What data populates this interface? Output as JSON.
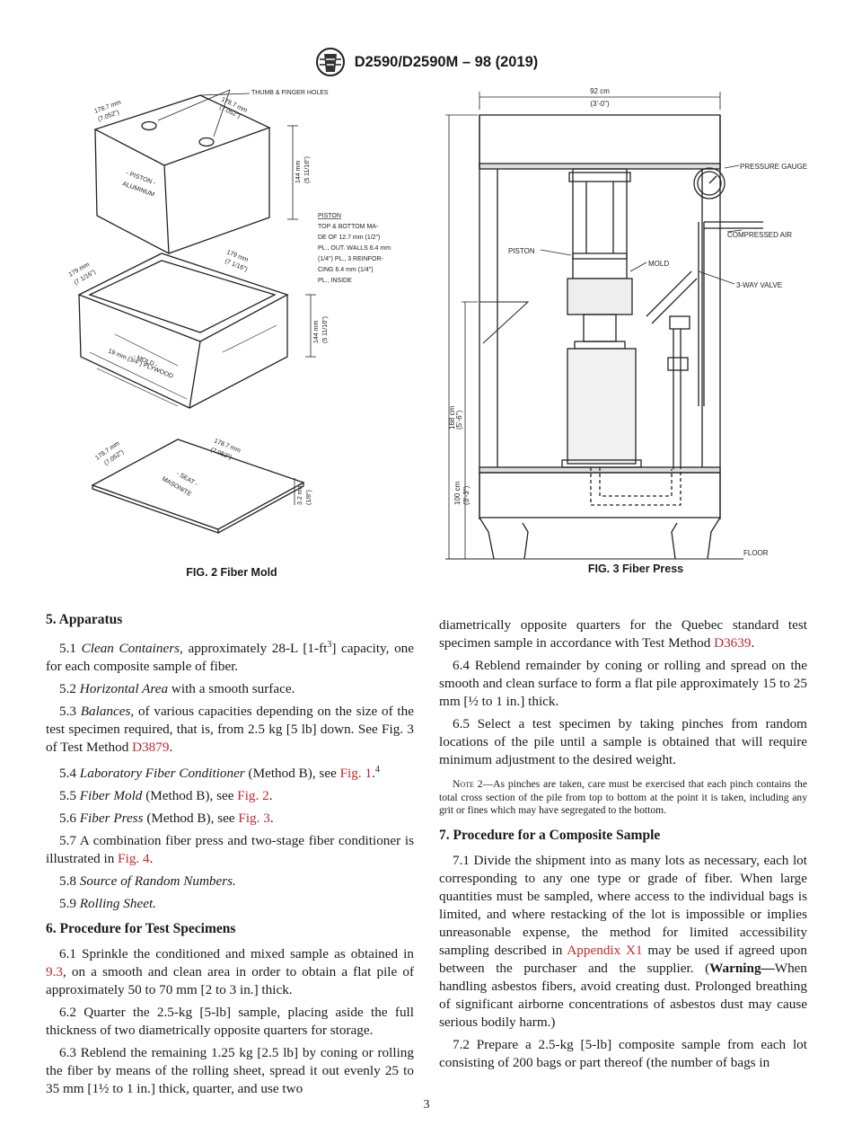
{
  "header": {
    "designation": "D2590/D2590M – 98 (2019)",
    "logo_icon": "astm-logo-icon"
  },
  "fig2": {
    "caption": "FIG. 2 Fiber Mold",
    "labels": {
      "thumb_holes": "THUMB & FINGER HOLES",
      "piston_dim_a": "178.7 mm",
      "piston_dim_a_in": "(7.052\")",
      "piston_dim_b": "178.7 mm",
      "piston_dim_b_in": "(7.052\")",
      "piston_name_1": "- PISTON -",
      "piston_name_2": "ALUMINUM",
      "piston_height": "144 mm",
      "piston_height_in": "(5 11/16\")",
      "spec_title": "PISTON",
      "spec_lines": [
        "TOP & BOTTOM MA-",
        "DE OF 12.7 mm (1/2\")",
        "PL., OUT. WALLS 6.4 mm",
        "(1/4\") PL., 3 REINFOR-",
        "CING 6.4 mm (1/4\")",
        "PL., INSIDE"
      ],
      "mold_dim_a": "179 mm",
      "mold_dim_a_in": "(7 1/16\")",
      "mold_dim_b": "179 mm",
      "mold_dim_b_in": "(7 1/16\")",
      "mold_height": "144 mm",
      "mold_height_in": "(5 11/16\")",
      "mold_name_1": "- MOLD -",
      "mold_name_2": "19 mm (3/4\") PLYWOOD",
      "seat_dim_a": "178.7 mm",
      "seat_dim_a_in": "(7.052\")",
      "seat_dim_b": "178.7 mm",
      "seat_dim_b_in": "(7.052\")",
      "seat_name_1": "- SEAT -",
      "seat_name_2": "MASONITE",
      "seat_thick": "3.2 mm",
      "seat_thick_in": "(1/8\")"
    }
  },
  "fig3": {
    "caption": "FIG. 3 Fiber Press",
    "labels": {
      "width": "92 cm",
      "width_in": "(3'-0\")",
      "pressure_gauge": "PRESSURE GAUGE",
      "compressed_air": "COMPRESSED AIR",
      "piston": "PISTON",
      "mold": "MOLD",
      "valve": "3-WAY VALVE",
      "height_total": "168 cm",
      "height_total_in": "(5'-6\")",
      "height_table": "100 cm",
      "height_table_in": "(3'-3\")",
      "floor": "FLOOR"
    }
  },
  "left_column": {
    "s5_heading": "5. Apparatus",
    "p5_1a": "5.1 ",
    "p5_1i": "Clean Containers,",
    "p5_1b": " approximately 28-L [1-ft",
    "p5_1sup": "3",
    "p5_1c": "] capacity, one for each composite sample of fiber.",
    "p5_2a": "5.2 ",
    "p5_2i": "Horizontal Area",
    "p5_2b": " with a smooth surface.",
    "p5_3a": "5.3 ",
    "p5_3i": "Balances,",
    "p5_3b": " of various capacities depending on the size of the test specimen required, that is, from 2.5 kg [5 lb] down. See Fig. 3 of Test Method ",
    "p5_3ref": "D3879",
    "p5_3c": ".",
    "p5_4a": "5.4 ",
    "p5_4i": "Laboratory Fiber Conditioner",
    "p5_4b": " (Method B), see ",
    "p5_4ref": "Fig. 1",
    "p5_4c": ".",
    "p5_4sup": "4",
    "p5_5a": "5.5 ",
    "p5_5i": "Fiber Mold",
    "p5_5b": " (Method B), see ",
    "p5_5ref": "Fig. 2",
    "p5_5c": ".",
    "p5_6a": "5.6 ",
    "p5_6i": "Fiber Press",
    "p5_6b": " (Method B), see ",
    "p5_6ref": "Fig. 3",
    "p5_6c": ".",
    "p5_7a": "5.7 A combination fiber press and two-stage fiber conditioner is illustrated in ",
    "p5_7ref": "Fig. 4",
    "p5_7b": ".",
    "p5_8a": "5.8 ",
    "p5_8i": "Source of Random Numbers.",
    "p5_9a": "5.9 ",
    "p5_9i": "Rolling Sheet.",
    "s6_heading": "6. Procedure for Test Specimens",
    "p6_1a": "6.1 Sprinkle the conditioned and mixed sample as obtained in ",
    "p6_1ref": "9.3",
    "p6_1b": ", on a smooth and clean area in order to obtain a flat pile of approximately 50 to 70 mm [2 to 3 in.] thick.",
    "p6_2": "6.2 Quarter the 2.5-kg [5-lb] sample, placing aside the full thickness of two diametrically opposite quarters for storage.",
    "p6_3": "6.3 Reblend the remaining 1.25 kg [2.5 lb] by coning or rolling the fiber by means of the rolling sheet, spread it out evenly 25 to 35 mm [1½ to 1 in.] thick, quarter, and use two"
  },
  "right_column": {
    "p6_3cont_a": "diametrically opposite quarters for the Quebec standard test specimen sample in accordance with Test Method ",
    "p6_3cont_ref": "D3639",
    "p6_3cont_b": ".",
    "p6_4": "6.4 Reblend remainder by coning or rolling and spread on the smooth and clean surface to form a flat pile approximately 15 to 25 mm [½ to 1 in.] thick.",
    "p6_5": "6.5 Select a test specimen by taking pinches from random locations of the pile until a sample is obtained that will require minimum adjustment to the desired weight.",
    "note_label": "Note 2",
    "note_text": "—As pinches are taken, care must be exercised that each pinch contains the total cross section of the pile from top to bottom at the point it is taken, including any grit or fines which may have segregated to the bottom.",
    "s7_heading": "7. Procedure for a Composite Sample",
    "p7_1a": "7.1 Divide the shipment into as many lots as necessary, each lot corresponding to any one type or grade of fiber. When large quantities must be sampled, where access to the individual bags is limited, and where restacking of the lot is impossible or implies unreasonable expense, the method for limited accessibility sampling described in ",
    "p7_1ref": "Appendix X1",
    "p7_1b": " may be used if agreed upon between the purchaser and the supplier. (",
    "p7_1warn": "Warning—",
    "p7_1c": "When handling asbestos fibers, avoid creating dust. Prolonged breathing of significant airborne concentrations of asbestos dust may cause serious bodily harm.)",
    "p7_2": "7.2 Prepare a 2.5-kg [5-lb] composite sample from each lot consisting of 200 bags or part thereof (the number of bags in"
  },
  "page_number": "3"
}
